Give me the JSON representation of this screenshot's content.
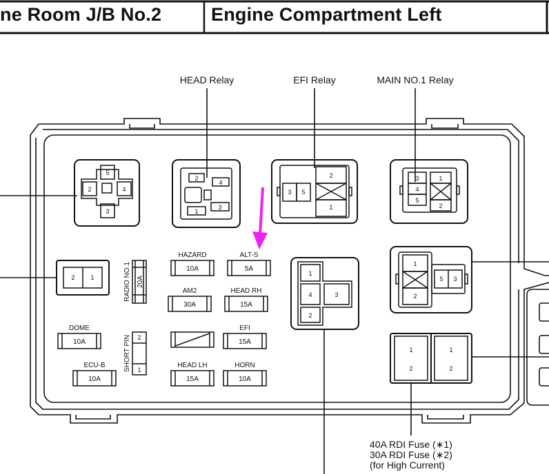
{
  "header": {
    "left_title": "ne Room J/B No.2",
    "right_title": "Engine Compartment Left"
  },
  "callouts": {
    "head_relay": "HEAD Relay",
    "efi_relay": "EFI Relay",
    "main_relay": "MAIN NO.1 Relay",
    "rdi_fuse_line1": "40A RDI Fuse (∗1)",
    "rdi_fuse_line2": "30A RDI Fuse (∗2)",
    "rdi_fuse_line3": "(for High Current)"
  },
  "relay_pins": {
    "cross": {
      "top": "5",
      "left": "2",
      "right": "4",
      "bottom": "3"
    },
    "head": {
      "a": "2",
      "b": "4",
      "c": "1",
      "d": "3"
    },
    "efi": {
      "a": "3",
      "b": "5",
      "c": "2",
      "d": "1"
    },
    "main": {
      "a": "3",
      "b": "4",
      "c": "5",
      "d": "1",
      "e": "2"
    },
    "mid": {
      "a": "1",
      "b": "4",
      "c": "3",
      "d": "2"
    },
    "right": {
      "a": "1",
      "b": "2",
      "c": "5",
      "d": "3"
    },
    "rdi": {
      "a": "1",
      "b": "2",
      "c": "1",
      "d": "2"
    },
    "left_block": {
      "a": "2",
      "b": "1"
    },
    "short_pin": {
      "a": "2",
      "b": "1"
    }
  },
  "fuses": {
    "hazard": {
      "name": "HAZARD",
      "rating": "10A"
    },
    "alt_s": {
      "name": "ALT-S",
      "rating": "5A"
    },
    "am2": {
      "name": "AM2",
      "rating": "30A"
    },
    "head_rh": {
      "name": "HEAD RH",
      "rating": "15A"
    },
    "efi": {
      "name": "EFI",
      "rating": "15A"
    },
    "head_lh": {
      "name": "HEAD LH",
      "rating": "15A"
    },
    "horn": {
      "name": "HORN",
      "rating": "10A"
    },
    "dome": {
      "name": "DOME",
      "rating": "10A"
    },
    "ecu_b": {
      "name": "ECU-B",
      "rating": "10A"
    },
    "radio": {
      "name": "RADIO NO.1",
      "rating": "20A"
    },
    "short_pin": {
      "name": "SHORT PIN"
    }
  },
  "colors": {
    "arrow": "#f020f0",
    "line": "#111111",
    "background": "#ffffff"
  }
}
